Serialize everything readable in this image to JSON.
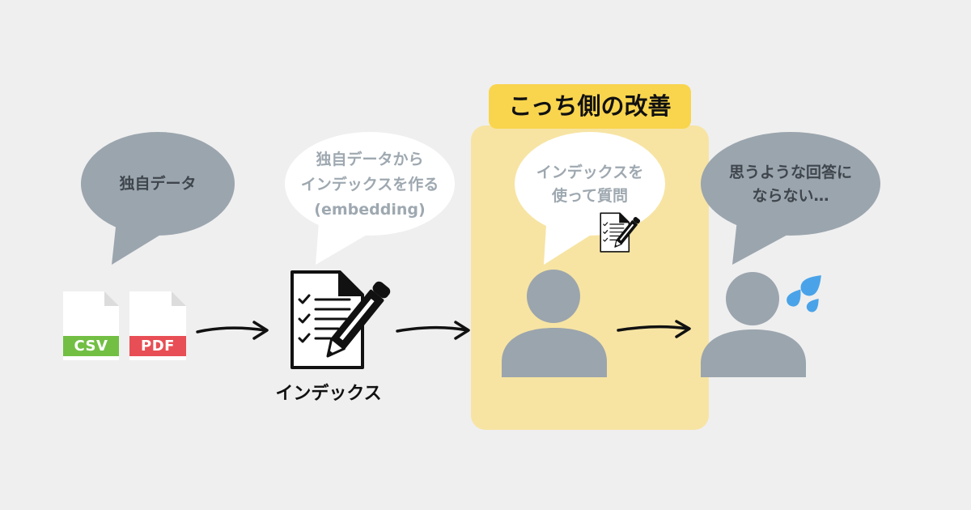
{
  "bubbles": {
    "source": {
      "lines": [
        "独自データ"
      ]
    },
    "index": {
      "lines": [
        "独自データから",
        "インデックスを作る",
        "(embedding)"
      ]
    },
    "question": {
      "lines": [
        "インデックスを",
        "使って質問"
      ]
    },
    "result": {
      "lines": [
        "思うような回答に",
        "ならない…"
      ]
    }
  },
  "files": [
    {
      "label": "CSV",
      "color": "#72bf44",
      "icon": "csv-file-icon"
    },
    {
      "label": "PDF",
      "color": "#e84e55",
      "icon": "pdf-file-icon"
    }
  ],
  "index_label": "インデックス",
  "highlight": {
    "label": "こっち側の改善",
    "label_color": "#f9d54e",
    "area_color": "#f7e4a3"
  },
  "colors": {
    "background": "#efefef",
    "bubble_gray": "#9ba5ae",
    "bubble_white": "#ffffff",
    "gray_bubble_text": "#3f454c",
    "white_bubble_text": "#9ea8b0",
    "person": "#9ba5ae",
    "sweat": "#4aa3e8",
    "arrow": "#111111"
  },
  "icons": [
    "csv-file-icon",
    "pdf-file-icon",
    "document-pen-icon",
    "arrow-right-icon",
    "person-icon",
    "sweat-drops-icon"
  ]
}
